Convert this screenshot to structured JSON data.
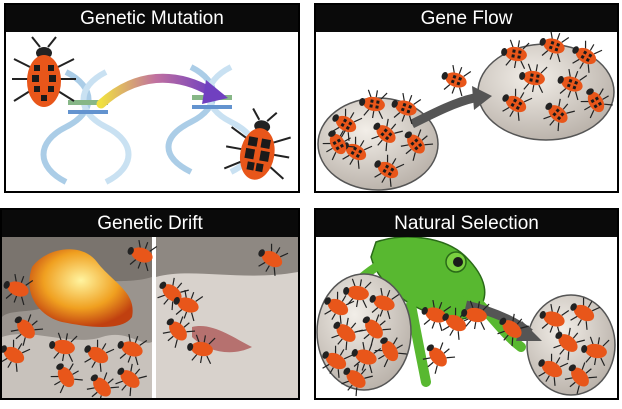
{
  "panels": [
    {
      "title": "Genetic Mutation"
    },
    {
      "title": "Gene Flow"
    },
    {
      "title": "Genetic Drift"
    },
    {
      "title": "Natural Selection"
    }
  ],
  "colors": {
    "beetle_body": "#e8561a",
    "beetle_spots": "#1a1a1a",
    "dna_blue": "#9fc8e8",
    "arrow_yellow": "#f0e040",
    "arrow_purple": "#7040c0",
    "circle_fill": "#d8d2cc",
    "lava": "#f0a020",
    "frog_green": "#58b830",
    "rock_gray": "#8a8480"
  },
  "icons": [
    "beetle-icon",
    "dna-helix-icon",
    "arrow-icon",
    "frog-icon"
  ]
}
